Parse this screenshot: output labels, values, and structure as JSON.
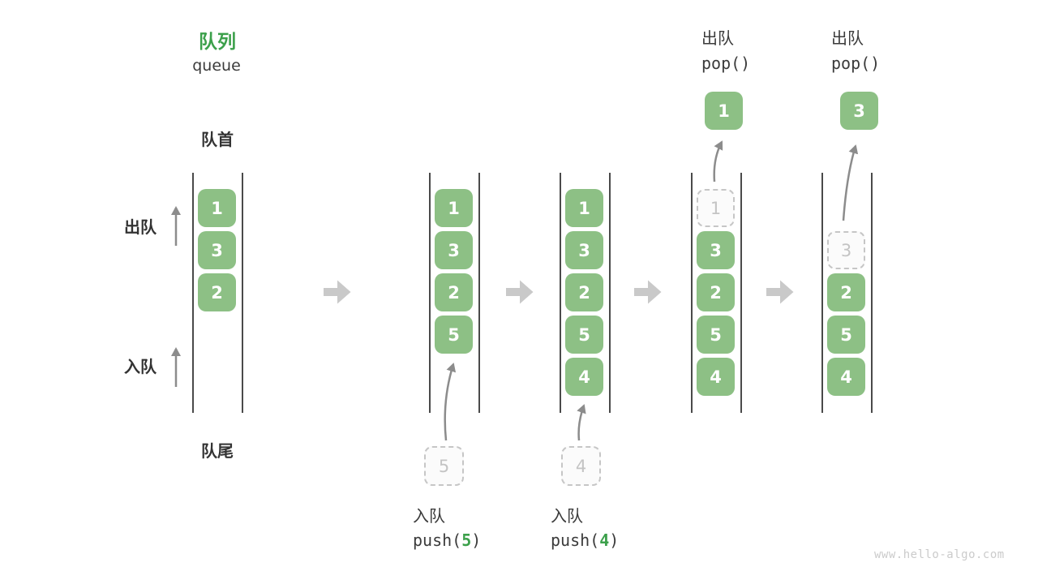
{
  "title": {
    "zh": "队列",
    "en": "queue"
  },
  "labels": {
    "front": "队首",
    "rear": "队尾",
    "dequeue_side": "出队",
    "enqueue_side": "入队"
  },
  "watermark": "www.hello-algo.com",
  "colors": {
    "accent_green": "#3ca04b",
    "box_green": "#8dc085",
    "box_text": "#ffffff",
    "dark_text": "#3b3b3b",
    "dashed_gray": "#c6c6c6",
    "thin_arrow": "#8c8c8c",
    "block_arrow": "#c9c9c9",
    "wall_line": "#4a4a4a",
    "watermark_gray": "#cbcbcb"
  },
  "diagram": {
    "columns": [
      {
        "name": "state-initial",
        "items": [
          {
            "row": 0,
            "value": "1",
            "style": "solid"
          },
          {
            "row": 1,
            "value": "3",
            "style": "solid"
          },
          {
            "row": 2,
            "value": "2",
            "style": "solid"
          }
        ]
      },
      {
        "name": "state-after-push-5",
        "items": [
          {
            "row": 0,
            "value": "1",
            "style": "solid"
          },
          {
            "row": 1,
            "value": "3",
            "style": "solid"
          },
          {
            "row": 2,
            "value": "2",
            "style": "solid"
          },
          {
            "row": 3,
            "value": "5",
            "style": "solid"
          }
        ],
        "pending": {
          "value": "5"
        },
        "bottom_label": {
          "zh": "入队",
          "code_before": "push(",
          "arg": "5",
          "code_after": ")"
        }
      },
      {
        "name": "state-after-push-4",
        "items": [
          {
            "row": 0,
            "value": "1",
            "style": "solid"
          },
          {
            "row": 1,
            "value": "3",
            "style": "solid"
          },
          {
            "row": 2,
            "value": "2",
            "style": "solid"
          },
          {
            "row": 3,
            "value": "5",
            "style": "solid"
          },
          {
            "row": 4,
            "value": "4",
            "style": "solid"
          }
        ],
        "pending": {
          "value": "4"
        },
        "bottom_label": {
          "zh": "入队",
          "code_before": "push(",
          "arg": "4",
          "code_after": ")"
        }
      },
      {
        "name": "state-pop-1",
        "items": [
          {
            "row": 0,
            "value": "1",
            "style": "dashed"
          },
          {
            "row": 1,
            "value": "3",
            "style": "solid"
          },
          {
            "row": 2,
            "value": "2",
            "style": "solid"
          },
          {
            "row": 3,
            "value": "5",
            "style": "solid"
          },
          {
            "row": 4,
            "value": "4",
            "style": "solid"
          }
        ],
        "popped": {
          "value": "1"
        },
        "top_label": {
          "zh": "出队",
          "code": "pop()"
        }
      },
      {
        "name": "state-pop-3",
        "items": [
          {
            "row": 1,
            "value": "3",
            "style": "dashed"
          },
          {
            "row": 2,
            "value": "2",
            "style": "solid"
          },
          {
            "row": 3,
            "value": "5",
            "style": "solid"
          },
          {
            "row": 4,
            "value": "4",
            "style": "solid"
          }
        ],
        "popped": {
          "value": "3"
        },
        "top_label": {
          "zh": "出队",
          "code": "pop()"
        }
      }
    ]
  }
}
